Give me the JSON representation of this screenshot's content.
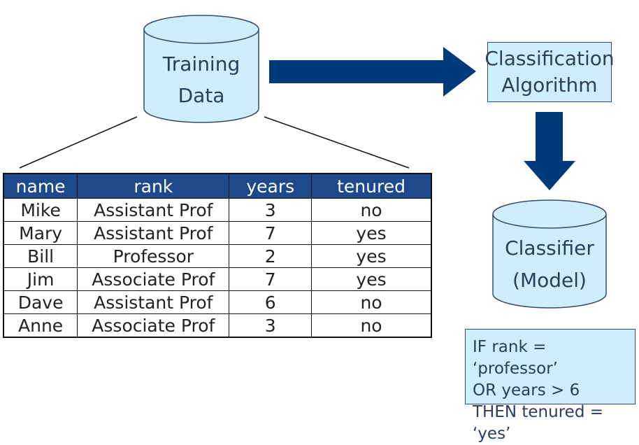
{
  "training_db": {
    "line1": "Training",
    "line2": "Data"
  },
  "algorithm": {
    "line1": "Classification",
    "line2": "Algorithm"
  },
  "classifier_db": {
    "line1": "Classifier",
    "line2": "(Model)"
  },
  "table": {
    "headers": [
      "name",
      "rank",
      "years",
      "tenured"
    ],
    "rows": [
      [
        "Mike",
        "Assistant Prof",
        "3",
        "no"
      ],
      [
        "Mary",
        "Assistant Prof",
        "7",
        "yes"
      ],
      [
        "Bill",
        "Professor",
        "2",
        "yes"
      ],
      [
        "Jim",
        "Associate Prof",
        "7",
        "yes"
      ],
      [
        "Dave",
        "Assistant Prof",
        "6",
        "no"
      ],
      [
        "Anne",
        "Associate Prof",
        "3",
        "no"
      ]
    ]
  },
  "rule": {
    "line1": "IF rank = ‘professor’",
    "line2": "OR years > 6",
    "line3": "THEN tenured = ‘yes’"
  },
  "colors": {
    "cylinder_fill": "#cfeefb",
    "arrow": "#003a7a",
    "header_fill": "#1e4a8c"
  }
}
